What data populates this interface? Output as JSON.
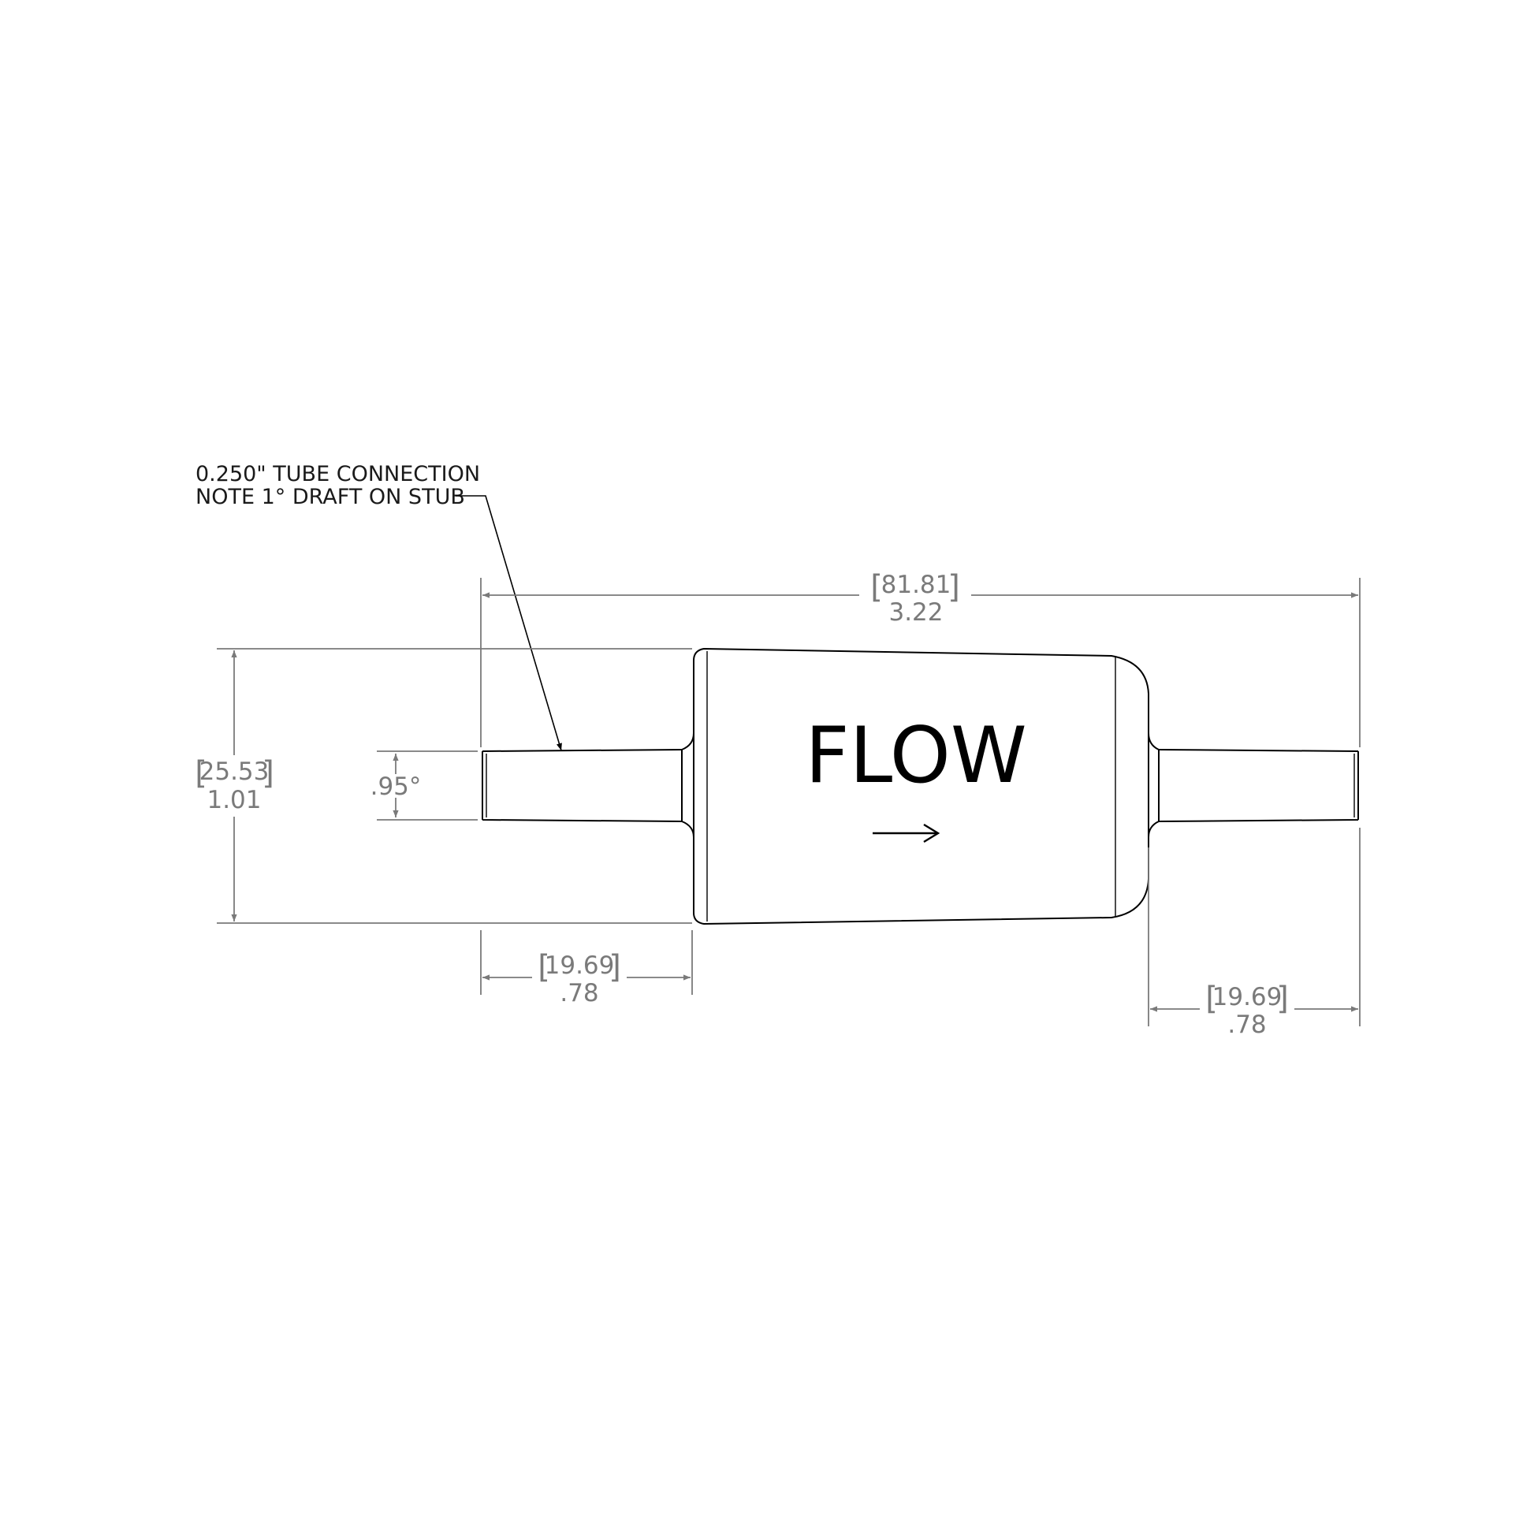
{
  "note": {
    "line1": "0.250\" TUBE CONNECTION",
    "line2": "NOTE 1° DRAFT ON STUB"
  },
  "body_label": {
    "text": "FLOW",
    "arrow": "→"
  },
  "dimensions": {
    "overall_length": {
      "mm": "81.81",
      "in": "3.22"
    },
    "body_height": {
      "mm": "25.53",
      "in": "1.01"
    },
    "stub_draft": {
      "value": ".95°"
    },
    "left_stub_length": {
      "mm": "19.69",
      "in": ".78"
    },
    "right_stub_length": {
      "mm": "19.69",
      "in": ".78"
    }
  },
  "colors": {
    "part_line": "#000000",
    "dimension_line": "#7a7a7a"
  }
}
